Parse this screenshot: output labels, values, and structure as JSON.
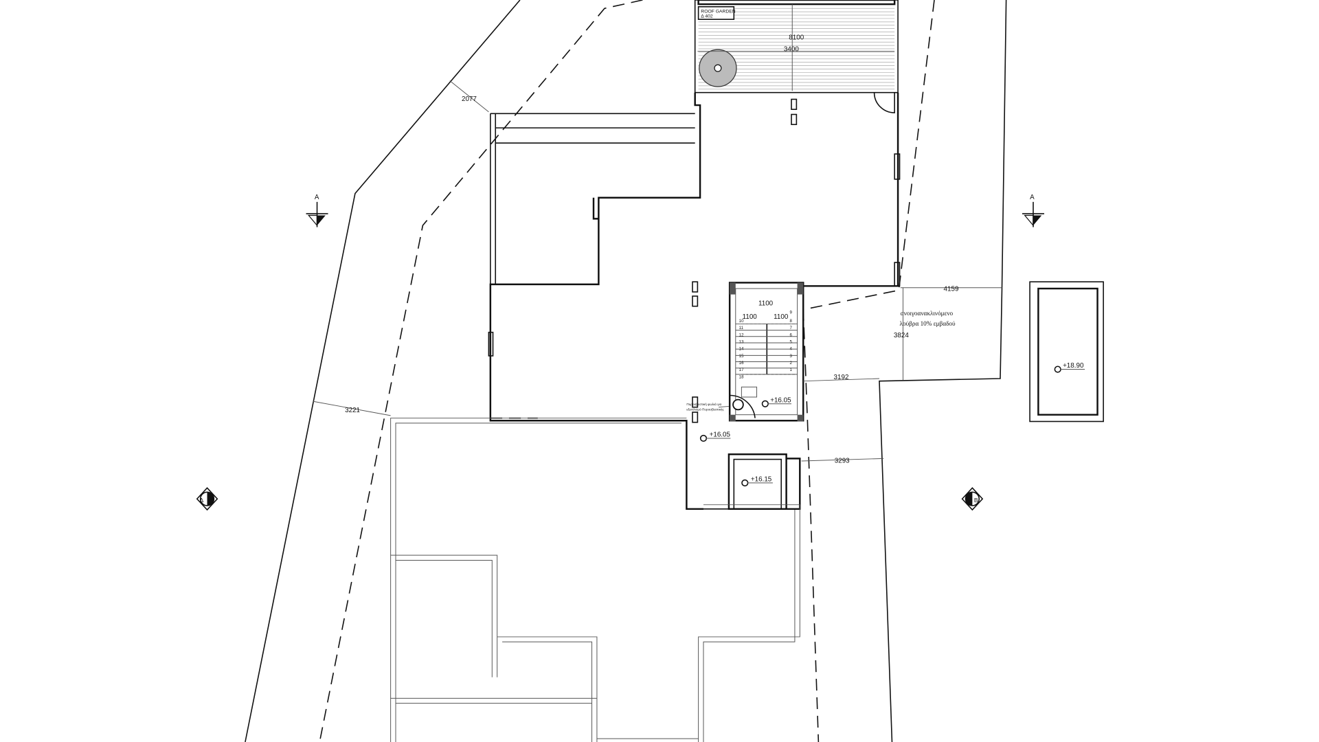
{
  "roof_garden": {
    "label": "ROOF GARDEN",
    "code": "Δ 402",
    "dim_vertical": "8100",
    "dim_horizontal": "3400"
  },
  "dimensions": {
    "d2077": "2077",
    "d3221": "3221",
    "d4159": "4159",
    "d3824": "3824",
    "d3192": "3192",
    "d3293": "3293"
  },
  "stair": {
    "width_top": "1100",
    "width_left": "1100",
    "width_right": "1100",
    "top_step": "9",
    "right_steps": [
      "8",
      "7",
      "6",
      "5",
      "4",
      "3",
      "2",
      "1"
    ],
    "left_steps": [
      "10",
      "11",
      "12",
      "13",
      "14",
      "15",
      "16",
      "17",
      "18"
    ]
  },
  "louvre_note": {
    "line1": "ανοιγοανακλινόμενο",
    "line2": "λούβρα 10% εμβαδού"
  },
  "fire_note": {
    "line1": "Πυροσβεστική φωλιά για",
    "line2": "εξοπλισμό Πυροσβεστικής"
  },
  "levels": {
    "stair_level": "+16.05",
    "terrace_level": "+16.05",
    "small_room_level": "+16.15",
    "right_box_level": "+18.90"
  },
  "section_markers": {
    "left": "A",
    "right": "A",
    "elev_left": "Δ",
    "elev_right": "B"
  }
}
